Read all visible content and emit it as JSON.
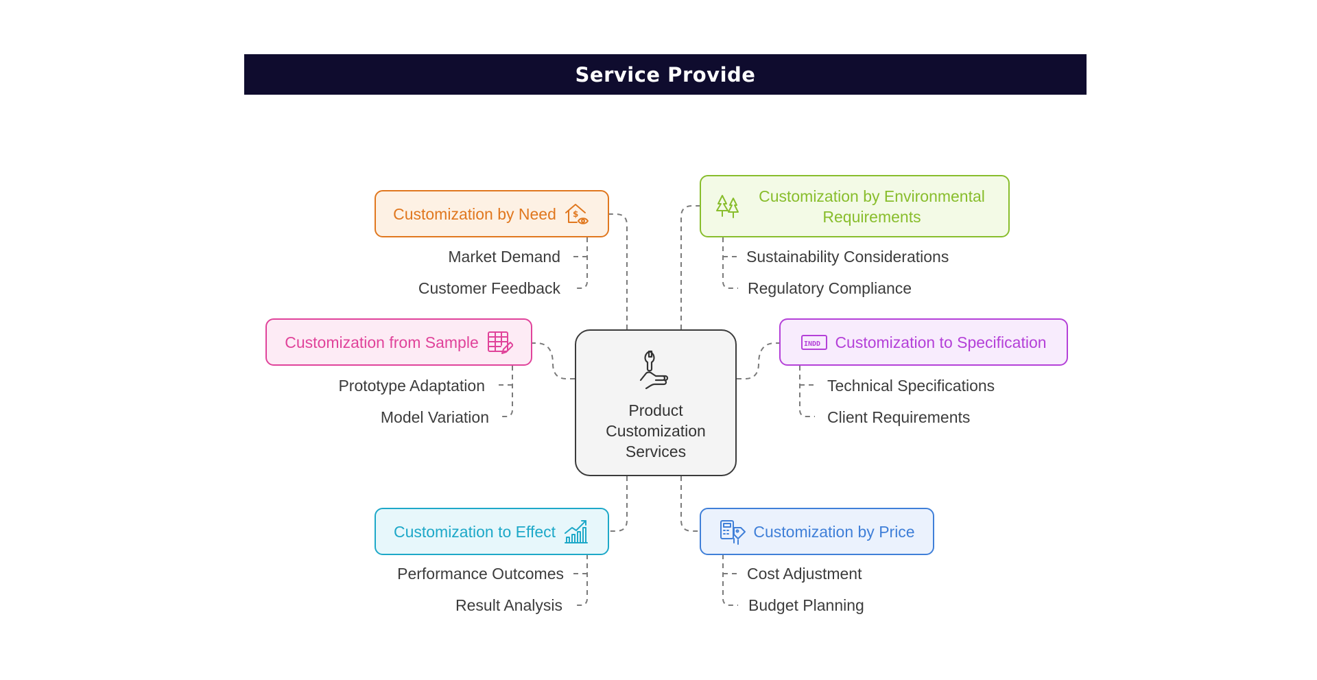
{
  "header": {
    "title": "Service Provide"
  },
  "center": {
    "label": "Product Customization Services",
    "icon": "wrench-hand-icon"
  },
  "topics": {
    "need": {
      "label": "Customization by Need",
      "icon": "house-dollar-eye-icon",
      "color": "#e0771e",
      "bg": "#fdf1e4",
      "subs": [
        "Market Demand",
        "Customer Feedback"
      ]
    },
    "environment": {
      "label": "Customization by Environmental Requirements",
      "icon": "trees-icon",
      "color": "#88bd2c",
      "bg": "#f3fae6",
      "subs": [
        "Sustainability Considerations",
        "Regulatory Compliance"
      ]
    },
    "sample": {
      "label": "Customization from Sample",
      "icon": "table-edit-icon",
      "color": "#e0439a",
      "bg": "#fdebf5",
      "subs": [
        "Prototype Adaptation",
        "Model Variation"
      ]
    },
    "specification": {
      "label": "Customization to Specification",
      "icon": "indd-file-icon",
      "color": "#b440d8",
      "bg": "#f8ecfd",
      "subs": [
        "Technical Specifications",
        "Client Requirements"
      ]
    },
    "effect": {
      "label": "Customization to Effect",
      "icon": "growth-chart-icon",
      "color": "#1da8c8",
      "bg": "#e7f7fb",
      "subs": [
        "Performance Outcomes",
        "Result Analysis"
      ]
    },
    "price": {
      "label": "Customization by Price",
      "icon": "price-tag-calculator-icon",
      "color": "#3f7fd8",
      "bg": "#ebf2fd",
      "subs": [
        "Cost Adjustment",
        "Budget Planning"
      ]
    }
  },
  "colors": {
    "connector": "#7a7a7a",
    "text": "#3c3c3c",
    "header_bg": "#0f0c2e"
  }
}
